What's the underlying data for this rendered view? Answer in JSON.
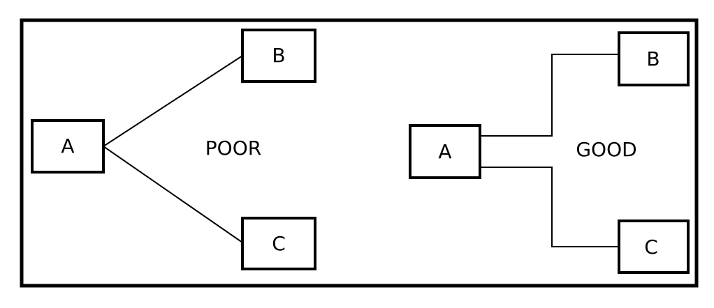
{
  "diagram": {
    "poor": {
      "caption": "POOR",
      "node_a": "A",
      "node_b": "B",
      "node_c": "C"
    },
    "good": {
      "caption": "GOOD",
      "node_a": "A",
      "node_b": "B",
      "node_c": "C"
    }
  }
}
